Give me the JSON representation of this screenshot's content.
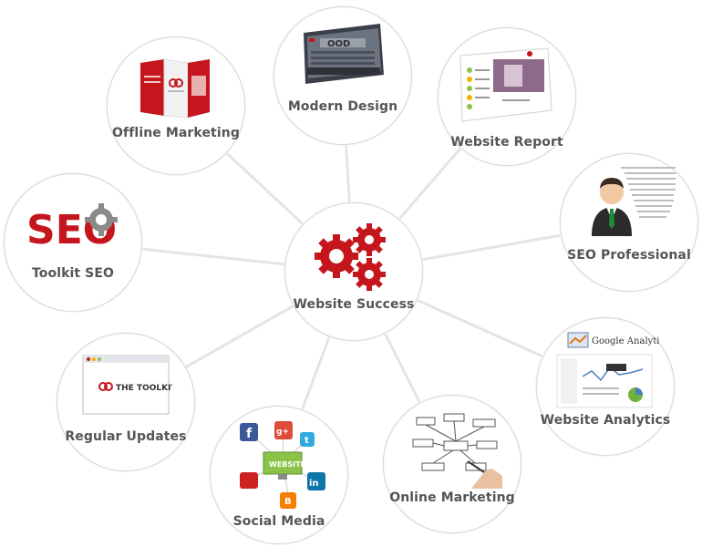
{
  "colors": {
    "accent": "#c4161c",
    "label": "#555555",
    "connector": "#e4e4e4",
    "border": "#d8d8d8"
  },
  "center": {
    "label": "Website Success",
    "icon": "gears-icon"
  },
  "nodes": [
    {
      "id": "modern-design",
      "label": "Modern Design",
      "icon": "laptop-screen-icon"
    },
    {
      "id": "offline-marketing",
      "label": "Offline Marketing",
      "icon": "brochure-icon"
    },
    {
      "id": "website-report",
      "label": "Website Report",
      "icon": "report-document-icon"
    },
    {
      "id": "toolkit-seo",
      "label": "Toolkit SEO",
      "icon": "seo-gear-logo-icon",
      "logo_text": "SEO"
    },
    {
      "id": "seo-professional",
      "label": "SEO Professional",
      "icon": "businessman-icon"
    },
    {
      "id": "website-analytics",
      "label": "Website Analytics",
      "icon": "google-analytics-icon",
      "logo_text": "Google Analytics"
    },
    {
      "id": "regular-updates",
      "label": "Regular Updates",
      "icon": "browser-window-icon",
      "logo_text": "THE TOOLKIT"
    },
    {
      "id": "social-media",
      "label": "Social Media",
      "icon": "social-network-icon",
      "screen_text": "WEBSITE"
    },
    {
      "id": "online-marketing",
      "label": "Online Marketing",
      "icon": "marketing-sketch-icon"
    }
  ]
}
